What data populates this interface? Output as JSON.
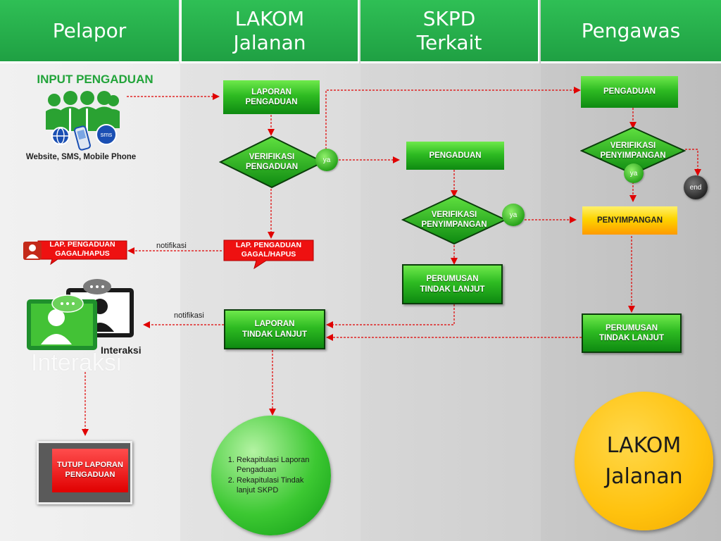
{
  "headers": {
    "pelapor": "Pelapor",
    "lakom": "LAKOM\nJalanan",
    "skpd": "SKPD\nTerkait",
    "pengawas": "Pengawas"
  },
  "pelapor_lane": {
    "input_title": "INPUT PENGADUAN",
    "channels": "Website, SMS, Mobile Phone",
    "sms_icon_text": "sms",
    "gagal_callout": "LAP. PENGADUAN\nGAGAL/HAPUS",
    "interaksi_label": "Interaksi",
    "interaksi_watermark": "Interaksi",
    "tutup_box": "TUTUP LAPORAN\nPENGADUAN"
  },
  "lakom_lane": {
    "laporan_pengaduan": "LAPORAN\nPENGADUAN",
    "verifikasi_pengaduan": "VERIFIKASI\nPENGADUAN",
    "gagal_callout": "LAP. PENGADUAN\nGAGAL/HAPUS",
    "laporan_tindak_lanjut": "LAPORAN\nTINDAK LANJUT",
    "recap_items": [
      "Rekapitulasi Laporan Pengaduan",
      "Rekapitulasi Tindak lanjut SKPD"
    ]
  },
  "skpd_lane": {
    "pengaduan": "PENGADUAN",
    "verifikasi_penyimpangan": "VERIFIKASI\nPENYIMPANGAN",
    "perumusan": "PERUMUSAN\nTINDAK LANJUT"
  },
  "pengawas_lane": {
    "pengaduan": "PENGADUAN",
    "verifikasi_penyimpangan": "VERIFIKASI\nPENYIMPANGAN",
    "end_label": "end",
    "penyimpangan": "PENYIMPANGAN",
    "perumusan": "PERUMUSAN\nTINDAK LANJUT",
    "logo_text": "LAKOM\nJalanan"
  },
  "labels": {
    "ya": "ya",
    "notifikasi": "notifikasi"
  },
  "colors": {
    "header_green": "#23a94a",
    "box_green": "#2ebb22",
    "arrow_red": "#e00000",
    "logo_yellow": "#ffc20e"
  }
}
